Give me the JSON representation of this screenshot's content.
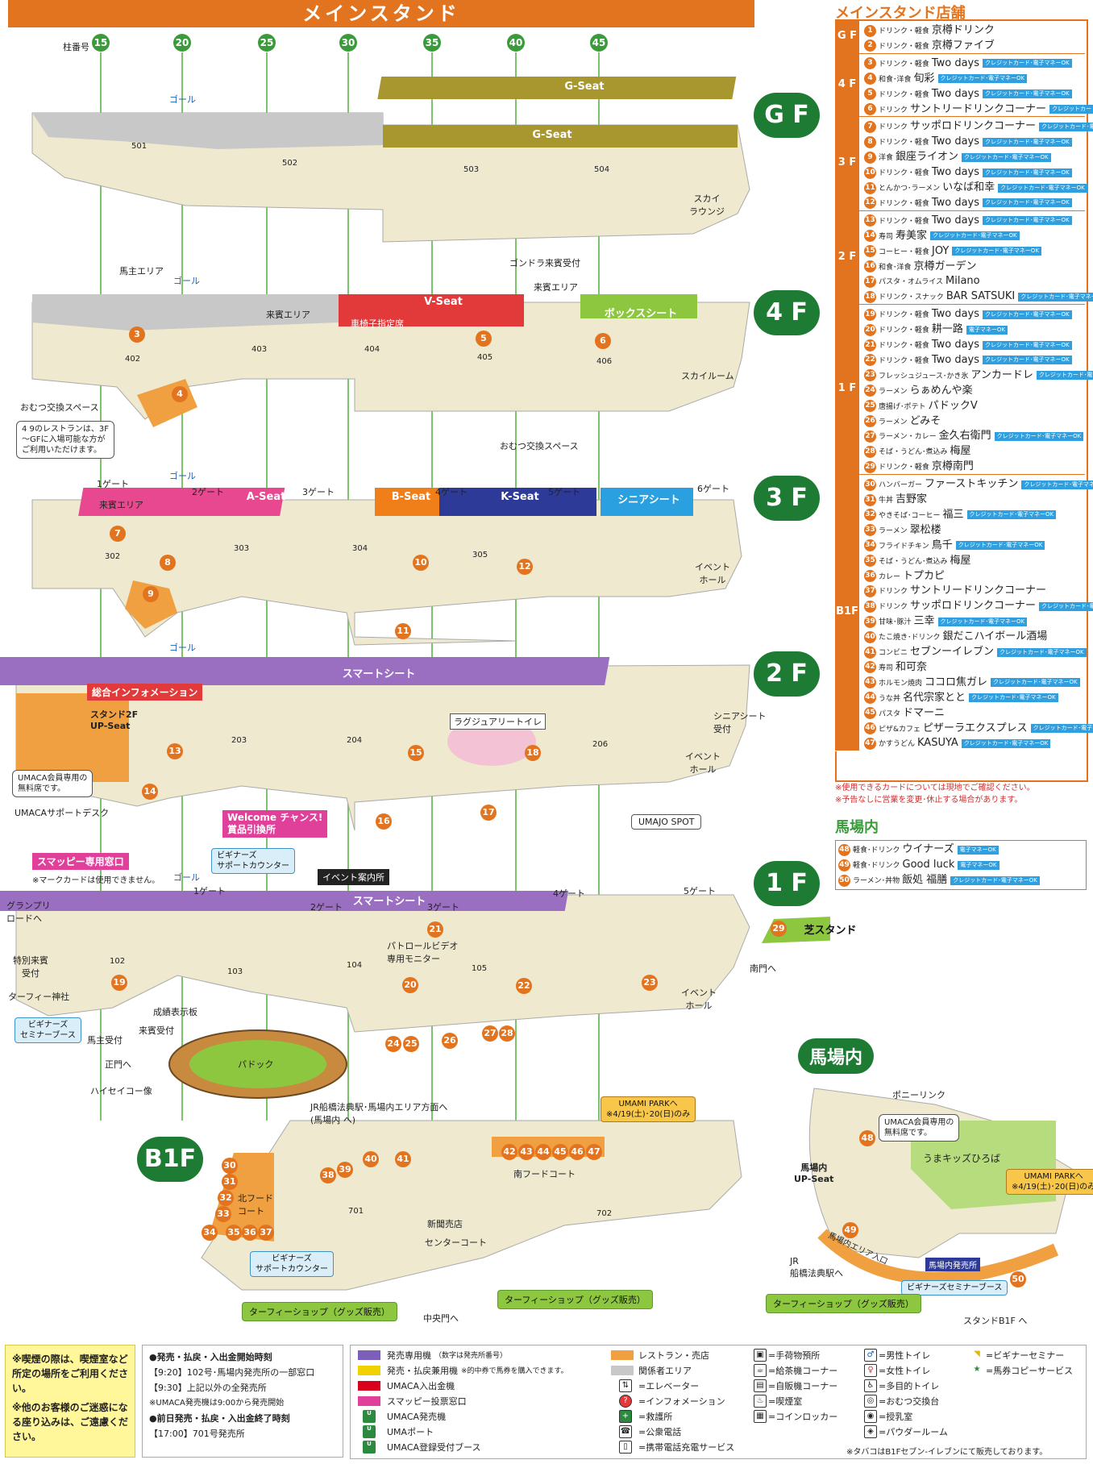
{
  "title": "メインスタンド",
  "pillar_label": "柱番号",
  "pillars": [
    "15",
    "20",
    "25",
    "30",
    "35",
    "40",
    "45"
  ],
  "floors": {
    "gf": {
      "badge": "G F",
      "goal": "ゴール",
      "seat_top": "G-Seat",
      "seat_main": "G-Seat",
      "rooms": [
        "501",
        "502",
        "503",
        "504"
      ],
      "sky_lounge": "スカイ\nラウンジ",
      "gondola": "ゴンドラ来賓受付"
    },
    "f4": {
      "badge": "4 F",
      "goal": "ゴール",
      "owner_area": "馬主エリア",
      "guest_area": "来賓エリア",
      "guest_area2": "来賓エリア",
      "v_seat": "V-Seat",
      "box_seat": "ボックスシート",
      "wheelchair": "車椅子指定席",
      "rooms": [
        "402",
        "403",
        "404",
        "405",
        "406"
      ],
      "sky_room": "スカイルーム",
      "diaper1": "おむつ交換スペース",
      "diaper2": "おむつ交換スペース",
      "note": "4 9のレストランは、3F\n～GFに入場可能な方が\nご利用いただけます。"
    },
    "f3": {
      "badge": "3 F",
      "goal": "ゴール",
      "gates": [
        "1ゲート",
        "2ゲート",
        "3ゲート",
        "4ゲート",
        "5ゲート",
        "6ゲート"
      ],
      "guest_area": "来賓エリア",
      "a_seat": "A-Seat",
      "b_seat": "B-Seat",
      "k_seat": "K-Seat",
      "senior": "シニアシート",
      "rooms": [
        "302",
        "303",
        "304",
        "305"
      ],
      "event_hall": "イベント\nホール"
    },
    "f2": {
      "badge": "2 F",
      "goal": "ゴール",
      "smart_seat": "スマートシート",
      "info": "総合インフォメーション",
      "up_seat": "スタンド2F\nUP-Seat",
      "umaca_seat": "UMACA会員専用の\n無料席です。",
      "umaca_desk": "UMACAサポートデスク",
      "luxury_toilet": "ラグジュアリートイレ",
      "senior_reception": "シニアシート\n受付",
      "event_hall": "イベント\nホール",
      "umajo": "UMAJO SPOT",
      "rooms": [
        "203",
        "204",
        "206"
      ]
    },
    "f1": {
      "badge": "1 F",
      "goal": "ゴール",
      "welcome": "Welcome チャンス!\n賞品引換所",
      "snoopy": "スマッピー専用窓口",
      "snoopy_note": "※マークカードは使用できません。",
      "beginner_counter": "ビギナーズ\nサポートカウンター",
      "event_info": "イベント案内所",
      "smart_seat": "スマートシート",
      "gates": [
        "1ゲート",
        "2ゲート",
        "3ゲート",
        "4ゲート",
        "5ゲート"
      ],
      "grandprix": "グランプリ\nロードへ",
      "special_guest": "特別来賓\n受付",
      "turf_shrine": "ターフィー神社",
      "beginner_seminar": "ビギナーズ\nセミナーブース",
      "results_board": "成績表示板",
      "owner_reception": "馬主受付",
      "guest_reception": "来賓受付",
      "main_gate": "正門へ",
      "haiseiko": "ハイセイコー像",
      "paddock": "パドック",
      "patrol": "パトロールビデオ\n専用モニター",
      "shiba_stand": "芝スタンド",
      "south_gate": "南門へ",
      "event_hall": "イベント\nホール",
      "rooms": [
        "102",
        "103",
        "104",
        "105"
      ]
    },
    "b1": {
      "badge": "B1F",
      "jr": "JR船橋法典駅･馬場内エリア方面へ\n(馬場内 へ)",
      "umami": "UMAMI PARKへ\n※4/19(土)･20(日)のみ",
      "north_food": "北フード\nコート",
      "south_food": "南フードコート",
      "center_court": "センターコート",
      "newsstand": "新聞売店",
      "beginner_counter": "ビギナーズ\nサポートカウンター",
      "turfy_shop1": "ターフィーショップ（グッズ販売）",
      "turfy_shop2": "ターフィーショップ（グッズ販売）",
      "central_gate": "中央門へ",
      "rooms": [
        "701",
        "702"
      ]
    }
  },
  "infield": {
    "title": "馬場内",
    "pony": "ポニーリンク",
    "umaca_seat": "UMACA会員専用の\n無料席です。",
    "kids": "うまキッズひろば",
    "up_seat": "馬場内\nUP-Seat",
    "umami": "UMAMI PARKへ\n※4/19(土)･20(日)のみ",
    "jr": "JR\n船橋法典駅へ",
    "infield_entrance": "馬場内エリア入口",
    "ticket": "馬場内発売所",
    "beginner": "ビギナーズセミナーブース",
    "turfy": "ターフィーショップ（グッズ販売）",
    "stand_b1": "スタンドB1F へ"
  },
  "stores": {
    "title": "メインスタンド店舗",
    "card_label": "クレジットカード･電子マネーOK",
    "emoney_label": "電子マネーOK",
    "groups": [
      {
        "floor": "G F",
        "items": [
          {
            "n": "1",
            "cat": "ドリンク・軽食",
            "name": "京樽ドリンク",
            "card": ""
          },
          {
            "n": "2",
            "cat": "ドリンク・軽食",
            "name": "京樽ファイブ",
            "card": ""
          }
        ]
      },
      {
        "floor": "4 F",
        "items": [
          {
            "n": "3",
            "cat": "ドリンク・軽食",
            "name": "Two days",
            "card": "c"
          },
          {
            "n": "4",
            "cat": "和食･洋食",
            "name": "旬彩",
            "card": "c"
          },
          {
            "n": "5",
            "cat": "ドリンク・軽食",
            "name": "Two days",
            "card": "c"
          },
          {
            "n": "6",
            "cat": "ドリンク",
            "name": "サントリードリンクコーナー",
            "card": "c"
          }
        ]
      },
      {
        "floor": "3 F",
        "items": [
          {
            "n": "7",
            "cat": "ドリンク",
            "name": "サッポロドリンクコーナー",
            "card": "c"
          },
          {
            "n": "8",
            "cat": "ドリンク・軽食",
            "name": "Two days",
            "card": "c"
          },
          {
            "n": "9",
            "cat": "洋食",
            "name": "銀座ライオン",
            "card": "c"
          },
          {
            "n": "10",
            "cat": "ドリンク・軽食",
            "name": "Two days",
            "card": "c"
          },
          {
            "n": "11",
            "cat": "とんかつ･ラーメン",
            "name": "いなば和幸",
            "card": "c"
          },
          {
            "n": "12",
            "cat": "ドリンク・軽食",
            "name": "Two days",
            "card": "c"
          }
        ]
      },
      {
        "floor": "2 F",
        "items": [
          {
            "n": "13",
            "cat": "ドリンク・軽食",
            "name": "Two days",
            "card": "c"
          },
          {
            "n": "14",
            "cat": "寿司",
            "name": "寿美家",
            "card": "c"
          },
          {
            "n": "15",
            "cat": "コーヒー・軽食",
            "name": "JOY",
            "card": "c"
          },
          {
            "n": "16",
            "cat": "和食･洋食",
            "name": "京樽ガーデン",
            "card": ""
          },
          {
            "n": "17",
            "cat": "パスタ・オムライス",
            "name": "Milano",
            "card": ""
          },
          {
            "n": "18",
            "cat": "ドリンク・スナック",
            "name": "BAR SATSUKI",
            "card": "c"
          }
        ]
      },
      {
        "floor": "1 F",
        "items": [
          {
            "n": "19",
            "cat": "ドリンク・軽食",
            "name": "Two days",
            "card": "c"
          },
          {
            "n": "20",
            "cat": "ドリンク・軽食",
            "name": "耕一路",
            "card": "e"
          },
          {
            "n": "21",
            "cat": "ドリンク・軽食",
            "name": "Two days",
            "card": "c"
          },
          {
            "n": "22",
            "cat": "ドリンク・軽食",
            "name": "Two days",
            "card": "c"
          },
          {
            "n": "23",
            "cat": "フレッシュジュース･かき氷",
            "name": "アンカードレ",
            "card": "c"
          },
          {
            "n": "24",
            "cat": "ラーメン",
            "name": "らぁめんや楽",
            "card": ""
          },
          {
            "n": "25",
            "cat": "唐揚げ･ポテト",
            "name": "パドックV",
            "card": ""
          },
          {
            "n": "26",
            "cat": "ラーメン",
            "name": "どみそ",
            "card": ""
          },
          {
            "n": "27",
            "cat": "ラーメン・カレー",
            "name": "金久右衛門",
            "card": "c"
          },
          {
            "n": "28",
            "cat": "そば・うどん･煮込み",
            "name": "梅屋",
            "card": ""
          },
          {
            "n": "29",
            "cat": "ドリンク・軽食",
            "name": "京樽南門",
            "card": ""
          }
        ]
      },
      {
        "floor": "B1F",
        "items": [
          {
            "n": "30",
            "cat": "ハンバーガー",
            "name": "ファーストキッチン",
            "card": "c"
          },
          {
            "n": "31",
            "cat": "牛丼",
            "name": "吉野家",
            "card": ""
          },
          {
            "n": "32",
            "cat": "やきそば･コーヒー",
            "name": "福三",
            "card": "c"
          },
          {
            "n": "33",
            "cat": "ラーメン",
            "name": "翠松楼",
            "card": ""
          },
          {
            "n": "34",
            "cat": "フライドチキン",
            "name": "鳥千",
            "card": "c"
          },
          {
            "n": "35",
            "cat": "そば・うどん･煮込み",
            "name": "梅屋",
            "card": ""
          },
          {
            "n": "36",
            "cat": "カレー",
            "name": "トプカピ",
            "card": ""
          },
          {
            "n": "37",
            "cat": "ドリンク",
            "name": "サントリードリンクコーナー",
            "card": ""
          },
          {
            "n": "38",
            "cat": "ドリンク",
            "name": "サッポロドリンクコーナー",
            "card": "c"
          },
          {
            "n": "39",
            "cat": "甘味･豚汁",
            "name": "三幸",
            "card": "c"
          },
          {
            "n": "40",
            "cat": "たこ焼き･ドリンク",
            "name": "銀だこハイボール酒場",
            "card": ""
          },
          {
            "n": "41",
            "cat": "コンビニ",
            "name": "セブンーイレブン",
            "card": "c"
          },
          {
            "n": "42",
            "cat": "寿司",
            "name": "和可奈",
            "card": ""
          },
          {
            "n": "43",
            "cat": "ホルモン焼肉",
            "name": "ココロ焦ガレ",
            "card": "c"
          },
          {
            "n": "44",
            "cat": "うな丼",
            "name": "名代宗家とと",
            "card": "c"
          },
          {
            "n": "45",
            "cat": "パスタ",
            "name": "ドマーニ",
            "card": ""
          },
          {
            "n": "46",
            "cat": "ピザ&カフェ",
            "name": "ピザーラエクスプレス",
            "card": "c"
          },
          {
            "n": "47",
            "cat": "かすうどん",
            "name": "KASUYA",
            "card": "c"
          }
        ]
      }
    ],
    "notes": [
      "※使用できるカードについては現地でご確認ください。",
      "※予告なしに営業を変更･休止する場合があります。"
    ]
  },
  "baba_stores": {
    "title": "馬場内",
    "items": [
      {
        "n": "48",
        "cat": "軽食･ドリンク",
        "name": "ウイナーズ",
        "card": "e"
      },
      {
        "n": "49",
        "cat": "軽食･ドリンク",
        "name": "Good luck",
        "card": "e"
      },
      {
        "n": "50",
        "cat": "ラーメン･丼物",
        "name": "飯処 福膳",
        "card": "c"
      }
    ]
  },
  "legend": {
    "smoking_note": "※喫煙の際は、喫煙室など所定の場所をご利用ください。",
    "manners_note": "※他のお客様のご迷惑になる座り込みは、ご遠慮ください。",
    "times": [
      "●発売・払戻・入出金開始時刻",
      "【9:20】102号･馬場内発売所の一部窓口",
      "【9:30】上記以外の全発売所",
      "※UMACA発売機は9:00から発売開始",
      "●前日発売・払戻・入出金終了時刻",
      "【17:00】701号発売所"
    ],
    "col1": [
      {
        "label": "発売専用機",
        "sub": "（数字は発売所番号）",
        "color": "#7b5fb8"
      },
      {
        "label": "発売・払戻兼用機",
        "sub": "※的中券で馬券を購入できます。",
        "color": "#f2d100"
      },
      {
        "label": "UMACA入出金機",
        "sub": "",
        "color": "#d8001c"
      },
      {
        "label": "スマッピー投票窓口",
        "sub": "",
        "color": "#e0409a"
      },
      {
        "label": "UMACA発売機",
        "sub": "",
        "color": ""
      },
      {
        "label": "UMAポート",
        "sub": "",
        "color": ""
      },
      {
        "label": "UMACA登録受付ブース",
        "sub": "",
        "color": ""
      }
    ],
    "col2": [
      {
        "label": "レストラン・売店",
        "color": "#f0a040"
      },
      {
        "label": "関係者エリア",
        "color": "#c8c8c8"
      },
      {
        "label": "=エレベーター"
      },
      {
        "label": "=インフォメーション"
      },
      {
        "label": "=救護所"
      },
      {
        "label": "=公衆電話"
      },
      {
        "label": "=携帯電話充電サービス"
      }
    ],
    "col3": [
      "=手荷物預所",
      "=給茶機コーナー",
      "=自販機コーナー",
      "=喫煙室",
      "=コインロッカー"
    ],
    "col4": [
      "=男性トイレ",
      "=女性トイレ",
      "=多目的トイレ",
      "=おむつ交換台",
      "=授乳室",
      "=パウダールーム"
    ],
    "col5": [
      "=ビギナーセミナー",
      "=馬券コピーサービス"
    ],
    "tobacco_note": "※タバコはB1Fセブン-イレブンにて販売しております。"
  }
}
